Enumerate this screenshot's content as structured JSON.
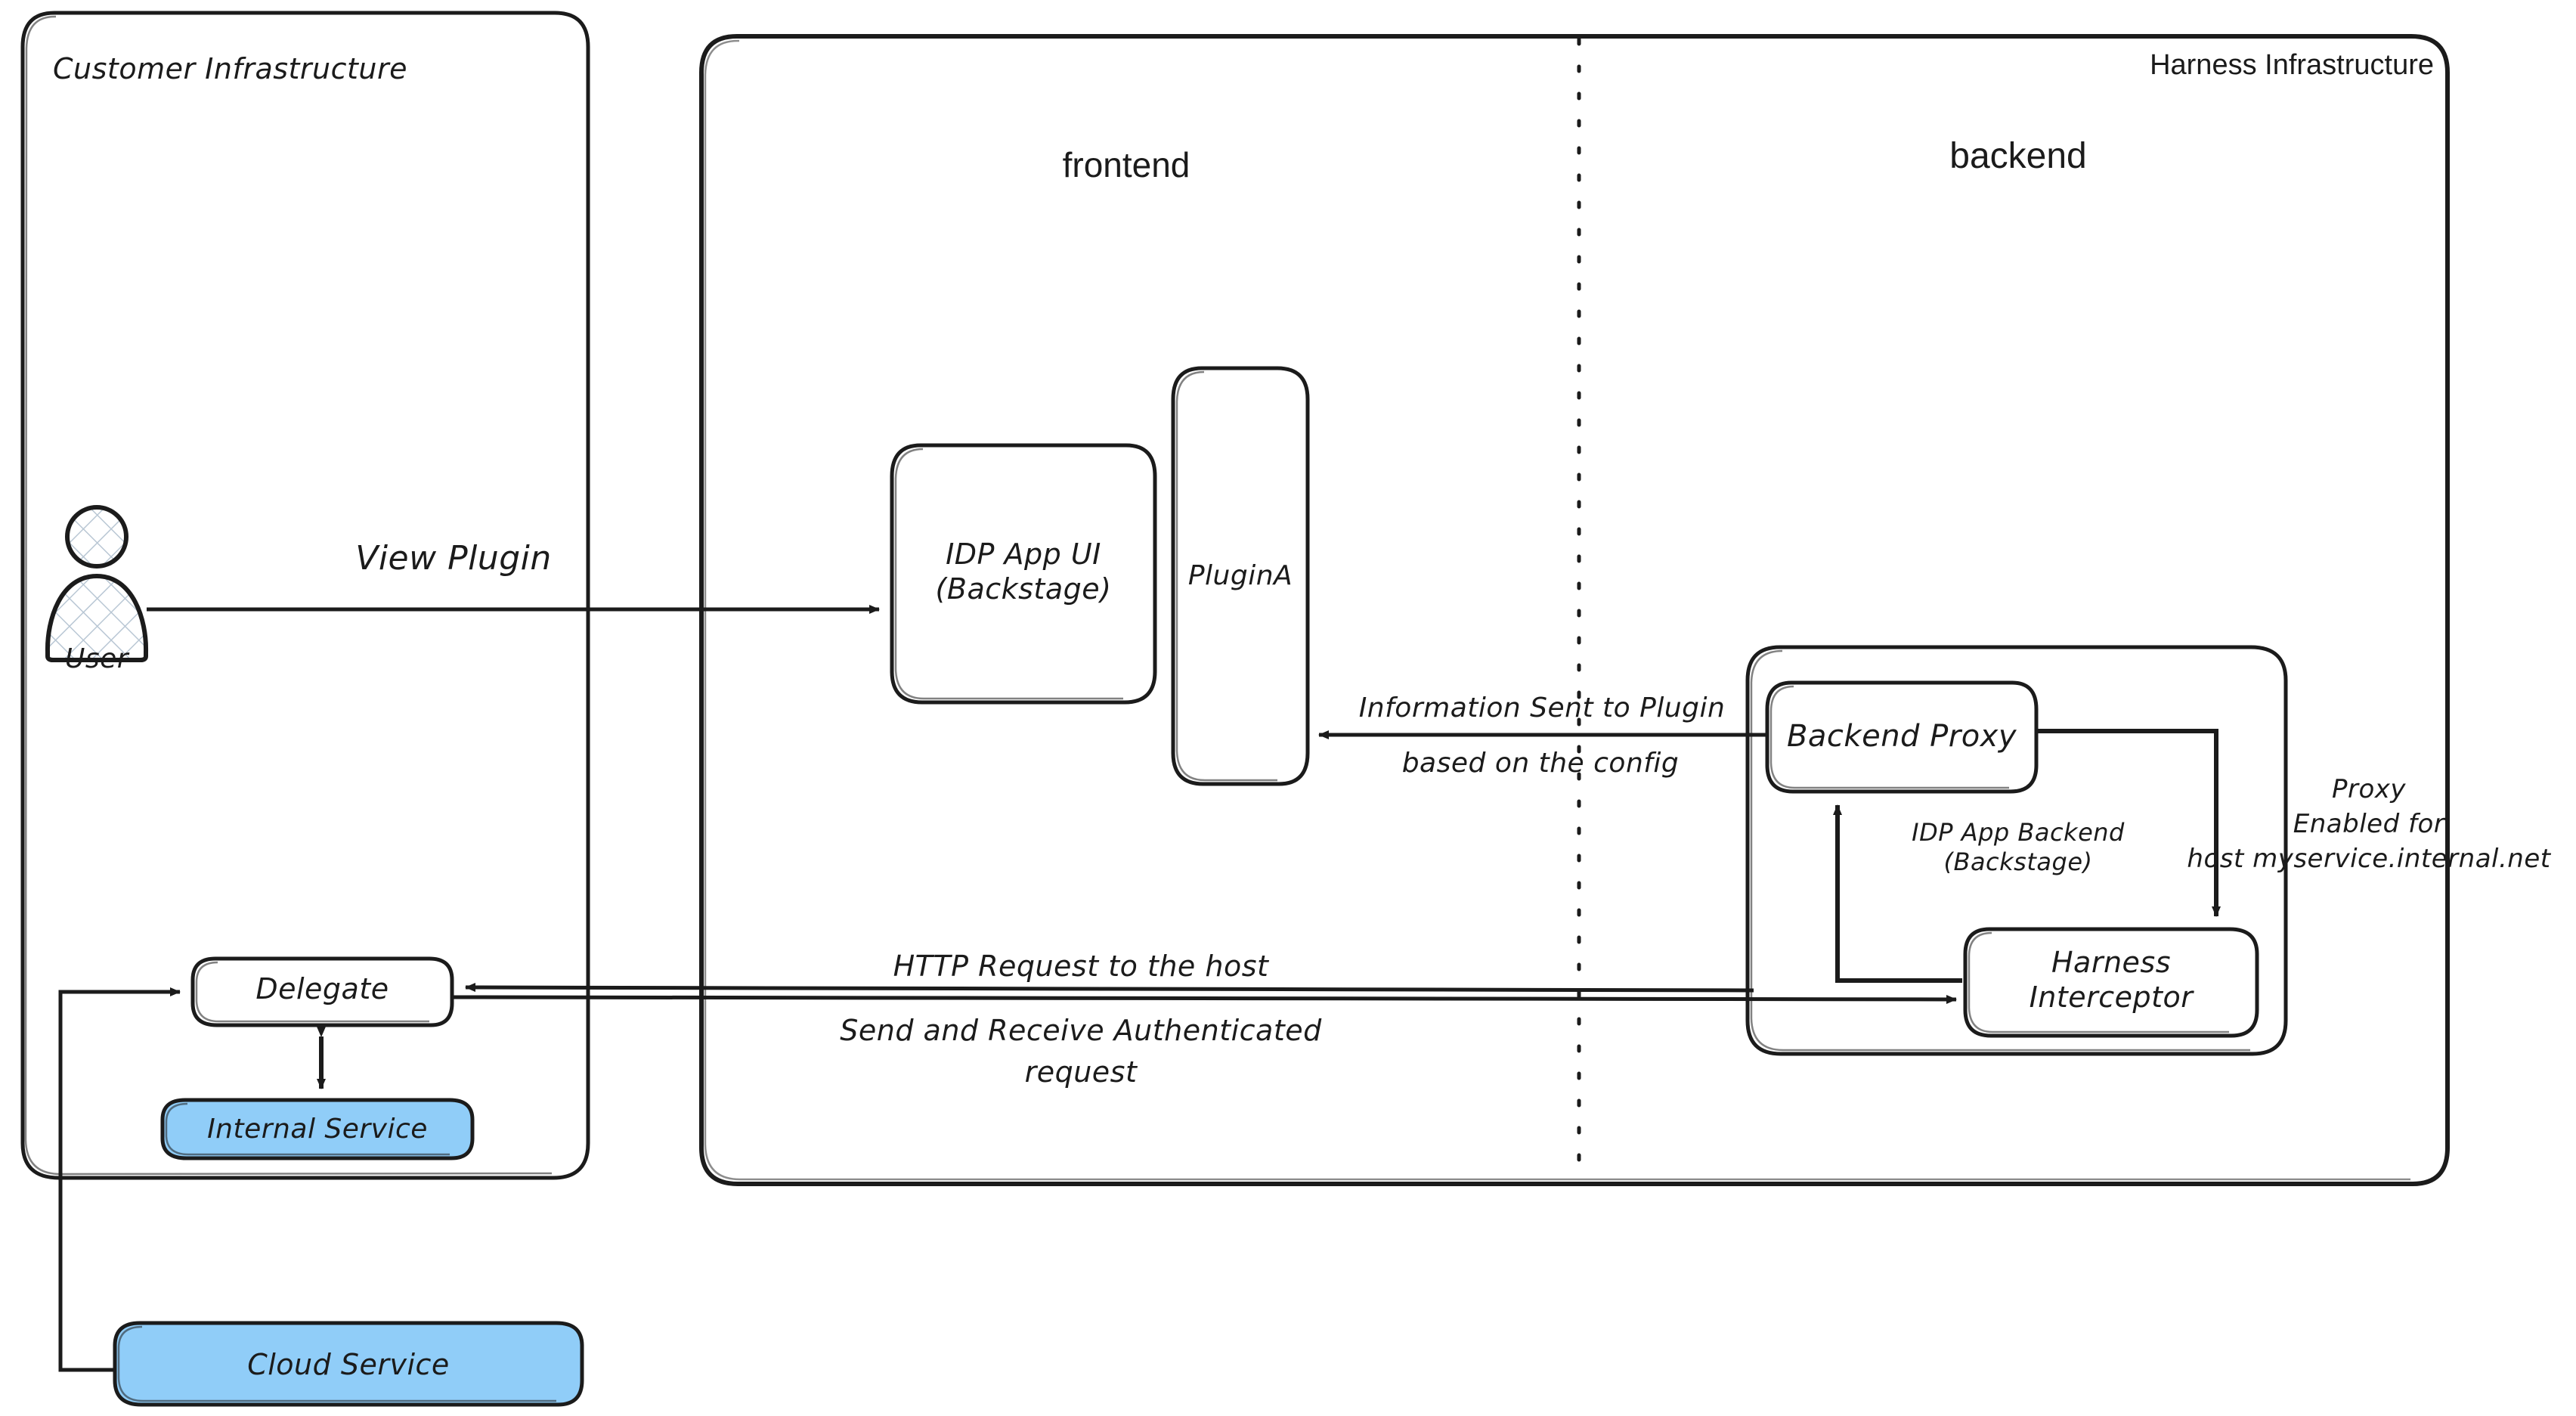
{
  "diagram": {
    "title_customer": "Customer Infrastructure",
    "title_harness": "Harness Infrastructure",
    "section_frontend": "frontend",
    "section_backend": "backend",
    "colors": {
      "stroke": "#1b1b1b",
      "fill_blue": "#90cdf8",
      "background": "#ffffff"
    }
  },
  "nodes": {
    "user": "User",
    "idp_app_ui": "IDP App UI\n(Backstage)",
    "plugin_a": "PluginA",
    "backend_proxy": "Backend Proxy",
    "idp_app_backend": "IDP App Backend\n(Backstage)",
    "harness_interceptor": "Harness\nInterceptor",
    "delegate": "Delegate",
    "internal_service": "Internal Service",
    "cloud_service": "Cloud Service"
  },
  "edges": {
    "view_plugin": "View Plugin",
    "info_sent_line1": "Information Sent to Plugin",
    "info_sent_line2": "based on the config",
    "http_request": "HTTP Request to the host",
    "send_receive_line1": "Send and Receive Authenticated",
    "send_receive_line2": "request",
    "proxy_note": "Proxy\nEnabled for\nhost myservice.internal.net"
  }
}
